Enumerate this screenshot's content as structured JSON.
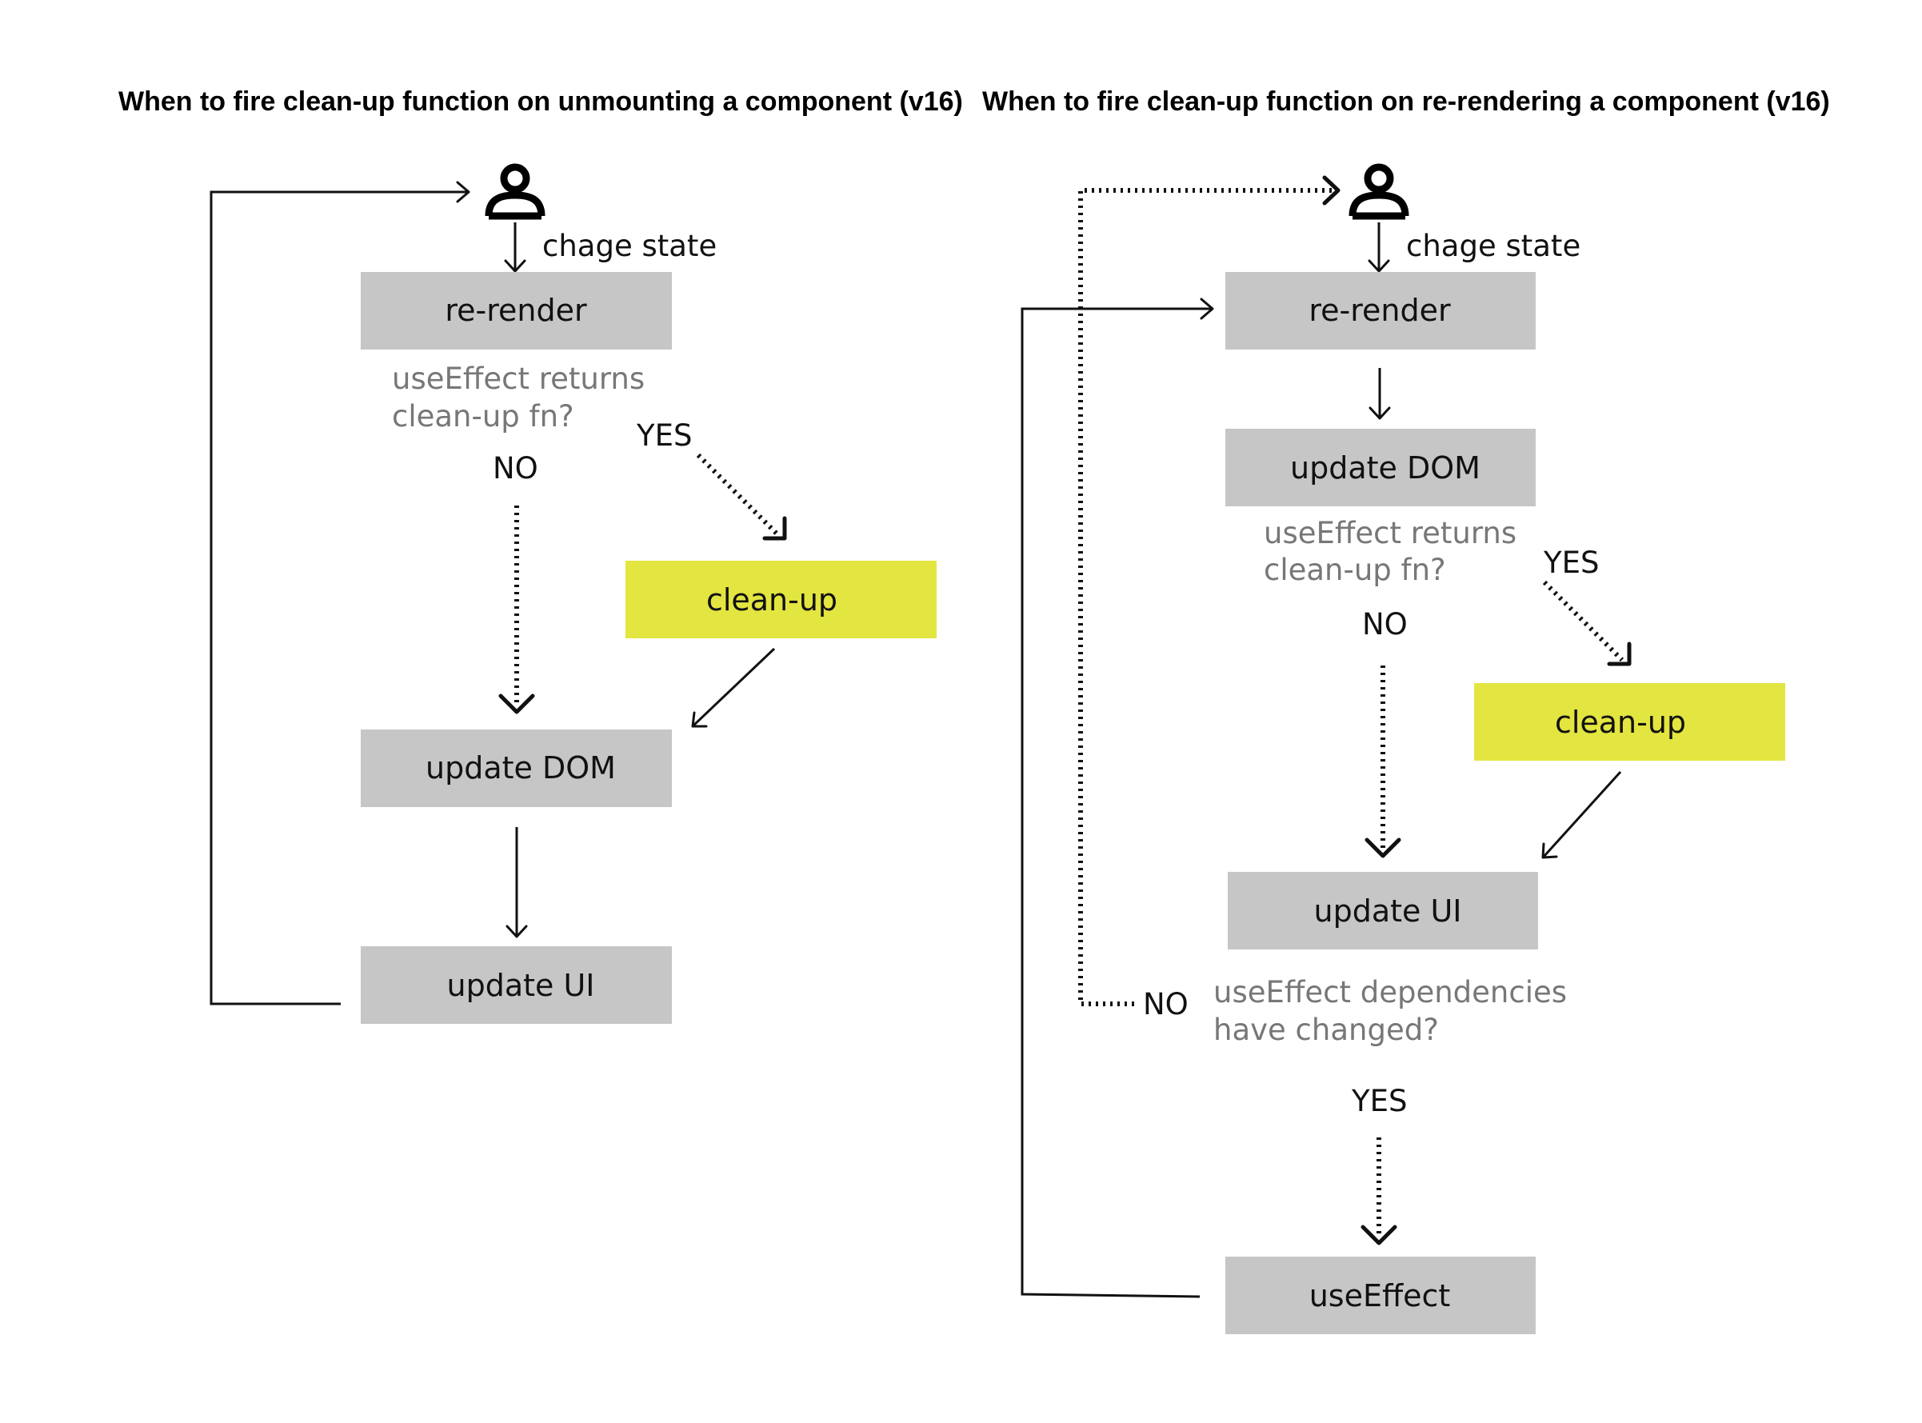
{
  "left": {
    "title": "When to fire clean-up function on unmounting a component (v16)",
    "trigger_label": "chage state",
    "boxes": {
      "rerender": "re-render",
      "cleanup": "clean-up",
      "update_dom": "update DOM",
      "update_ui": "update UI"
    },
    "question": [
      "useEffect returns",
      "clean-up fn?"
    ],
    "yes": "YES",
    "no": "NO"
  },
  "right": {
    "title": "When to fire clean-up function on re-rendering a component (v16)",
    "trigger_label": "chage state",
    "boxes": {
      "rerender": "re-render",
      "update_dom": "update DOM",
      "cleanup": "clean-up",
      "update_ui": "update UI",
      "useeffect": "useEffect"
    },
    "question1": [
      "useEffect returns",
      "clean-up fn?"
    ],
    "question2": [
      "useEffect dependencies",
      "have changed?"
    ],
    "yes1": "YES",
    "no1": "NO",
    "no2": "NO",
    "yes2": "YES"
  },
  "colors": {
    "box_gray": "#c6c6c6",
    "box_highlight": "#e3e540",
    "question_text": "#777777",
    "line": "#111111"
  },
  "icons": [
    "user-icon"
  ]
}
